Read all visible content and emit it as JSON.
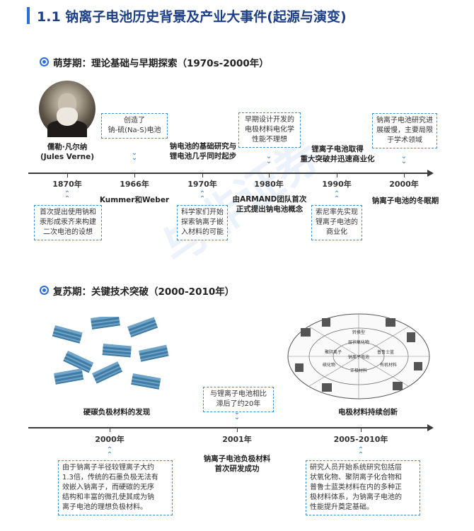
{
  "title": "1.1 钠离子电池历史背景及产业大事件(起源与演变)",
  "section1": {
    "title": "萌芽期：理论基础与早期探索（1970s-2000年）",
    "years": [
      "1870年",
      "1966年",
      "1970年",
      "1980年",
      "1990年",
      "2000年"
    ],
    "upper": {
      "y1870_label": "儒勒·凡尔纳\n(Jules Verne)",
      "y1966_box": "创造了\n钠-硫(Na-S)电池",
      "y1970_label": "钠电池的基础研究与\n锂电池几乎同时起步",
      "y1980_box": "早期设计开发的\n电极材料电化学\n性能不理想",
      "y1990_label": "锂离子电池取得\n重大突破并迅速商业化",
      "y2000_box": "钠离子电池研究进\n展缓慢，主要局限\n于学术领域"
    },
    "lower": {
      "y1870_box": "首次提出使用钠和\n汞形成汞齐来构建\n二次电池的设想",
      "y1966_label": "Kummer和Weber",
      "y1970_box": "科学家们开始\n探索钠离子嵌\n入材料的可能",
      "y1980_label": "由ARMAND团队首次\n正式提出钠电池概念",
      "y1990_box": "索尼率先实现\n锂离子电池的\n商业化",
      "y2000_label": "钠离子电池的冬眠期"
    }
  },
  "section2": {
    "title": "复苏期：关键技术突破（2000-2010年）",
    "years": [
      "2000年",
      "2001年",
      "2005-2010年"
    ],
    "upper": {
      "y2000_label": "硬碳负极材料的发现",
      "y2001_box": "与锂离子电池相比\n滞后了约20年",
      "y2005_label": "电极材料持续创新"
    },
    "lower": {
      "y2000_box": "由于钠离子半径较锂离子大约\n1.3倍，传统的石墨负极无法有\n效嵌入钠离子，而硬碳的无序\n结构和丰富的微孔使其成为钠\n离子电池的理想负极材料。",
      "y2001_label": "钠离子电池负极材料\n首次研发成功",
      "y2005_box": "研究人员开始系统研究包括层\n状氧化物、聚阴离子化合物和\n普鲁士蓝类材料在内的多种正\n极材料体系，为钠离子电池的\n性能提升奠定基础。"
    }
  },
  "diagram_labels": [
    "层状氧化物",
    "聚阴离子",
    "普鲁士蓝",
    "钠离子电池",
    "正极材料",
    "硫化物",
    "有机材料",
    "转换型"
  ],
  "watermark": "与非证券",
  "colors": {
    "accent": "#2b6fd6",
    "title": "#1c3f86",
    "box_border": "#3a8fd1"
  }
}
